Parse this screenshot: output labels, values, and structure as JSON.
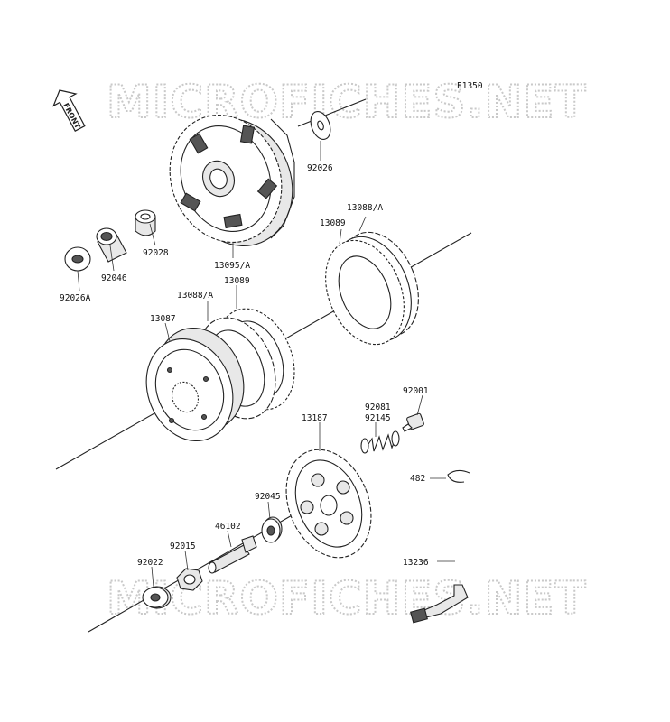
{
  "diagram_code": "E1350",
  "watermark_text": "MICROFICHES.NET",
  "front_label": "FRONT",
  "labels": {
    "p92026": "92026",
    "p92028": "92028",
    "p92046": "92046",
    "p92026A": "92026A",
    "p13095A": "13095/A",
    "p13088A_top": "13088/A",
    "p13089_top": "13089",
    "p13088A_mid": "13088/A",
    "p13089_mid": "13089",
    "p13087": "13087",
    "p92001": "92001",
    "p92081": "92081",
    "p92145": "92145",
    "p13187": "13187",
    "p482": "482",
    "p92045": "92045",
    "p46102": "46102",
    "p92015": "92015",
    "p92022": "92022",
    "p13236": "13236"
  }
}
